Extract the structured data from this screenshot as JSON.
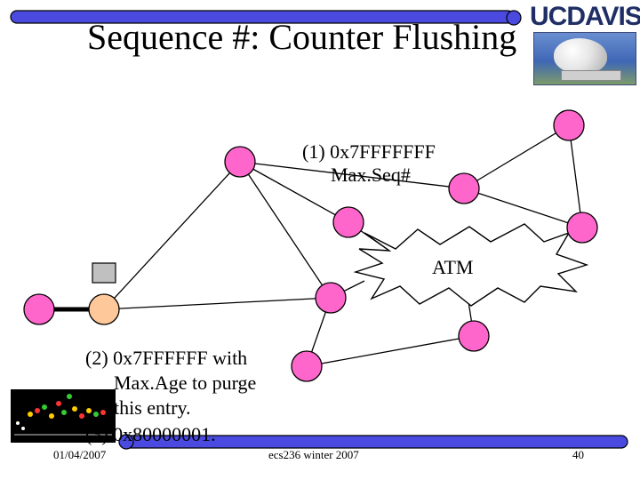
{
  "slide": {
    "title": "Sequence #: Counter Flushing",
    "logo": {
      "brand_bold": "UC",
      "brand_rest": "DAVIS",
      "color": "#1f2f66"
    },
    "labels": {
      "step1_line1": "(1) 0x7FFFFFFF",
      "step1_line2": "Max.Seq#",
      "atm": "ATM",
      "step2_line1": "(2) 0x7FFFFFF with",
      "step2_line2": "Max.Age to purge",
      "step2_line3": "this entry.",
      "step3": "(3) 0x80000001."
    },
    "footer": {
      "date": "01/04/2007",
      "course": "ecs236 winter 2007",
      "page": "40"
    },
    "colors": {
      "bar_fill": "#4a4ae0",
      "node_pink": "#ff66cc",
      "node_peach": "#ffc89a",
      "box_gray": "#c0c0c0"
    }
  }
}
